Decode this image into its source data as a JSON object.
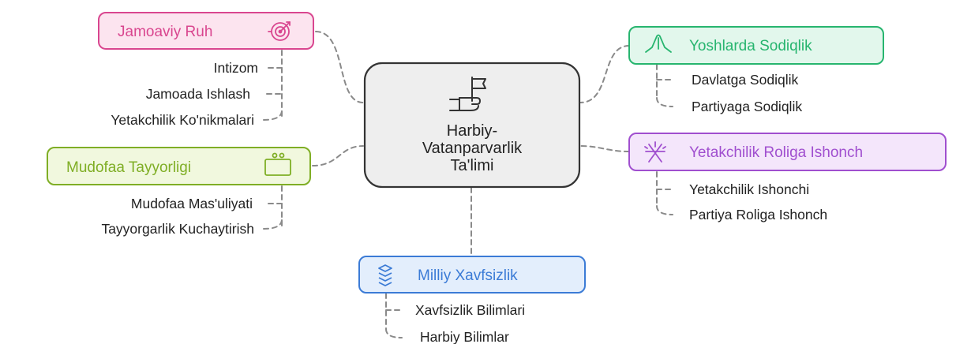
{
  "center": {
    "title_lines": [
      "Harbiy-",
      "Vatanparvarlik",
      "Ta'limi"
    ],
    "icon": "hand-flag-icon"
  },
  "nodes": {
    "jamoaviy": {
      "label": "Jamoaviy Ruh",
      "icon": "target-icon",
      "color": "#d9468f",
      "fill": "#fce4ef",
      "children": [
        "Intizom",
        "Jamoada Ishlash",
        "Yetakchilik Ko'nikmalari"
      ]
    },
    "mudofaa": {
      "label": "Mudofaa Tayyorligi",
      "icon": "toolbox-icon",
      "color": "#7fae25",
      "fill": "#f1f8de",
      "children": [
        "Mudofaa Mas'uliyati",
        "Tayyorgarlik Kuchaytirish"
      ]
    },
    "milliy": {
      "label": "Milliy Xavfsizlik",
      "icon": "security-stack-icon",
      "color": "#3b7bd6",
      "fill": "#e3eefc",
      "children": [
        "Xavfsizlik Bilimlari",
        "Harbiy Bilimlar"
      ]
    },
    "yoshlar": {
      "label": "Yoshlarda Sodiqlik",
      "icon": "praying-hands-icon",
      "color": "#27b56f",
      "fill": "#e2f7ec",
      "children": [
        "Davlatga Sodiqlik",
        "Partiyaga Sodiqlik"
      ]
    },
    "yetakchilik": {
      "label": "Yetakchilik Roliga Ishonch",
      "icon": "celebration-icon",
      "color": "#a04fcf",
      "fill": "#f4e6fb",
      "children": [
        "Yetakchilik Ishonchi",
        "Partiya Roliga Ishonch"
      ]
    }
  }
}
